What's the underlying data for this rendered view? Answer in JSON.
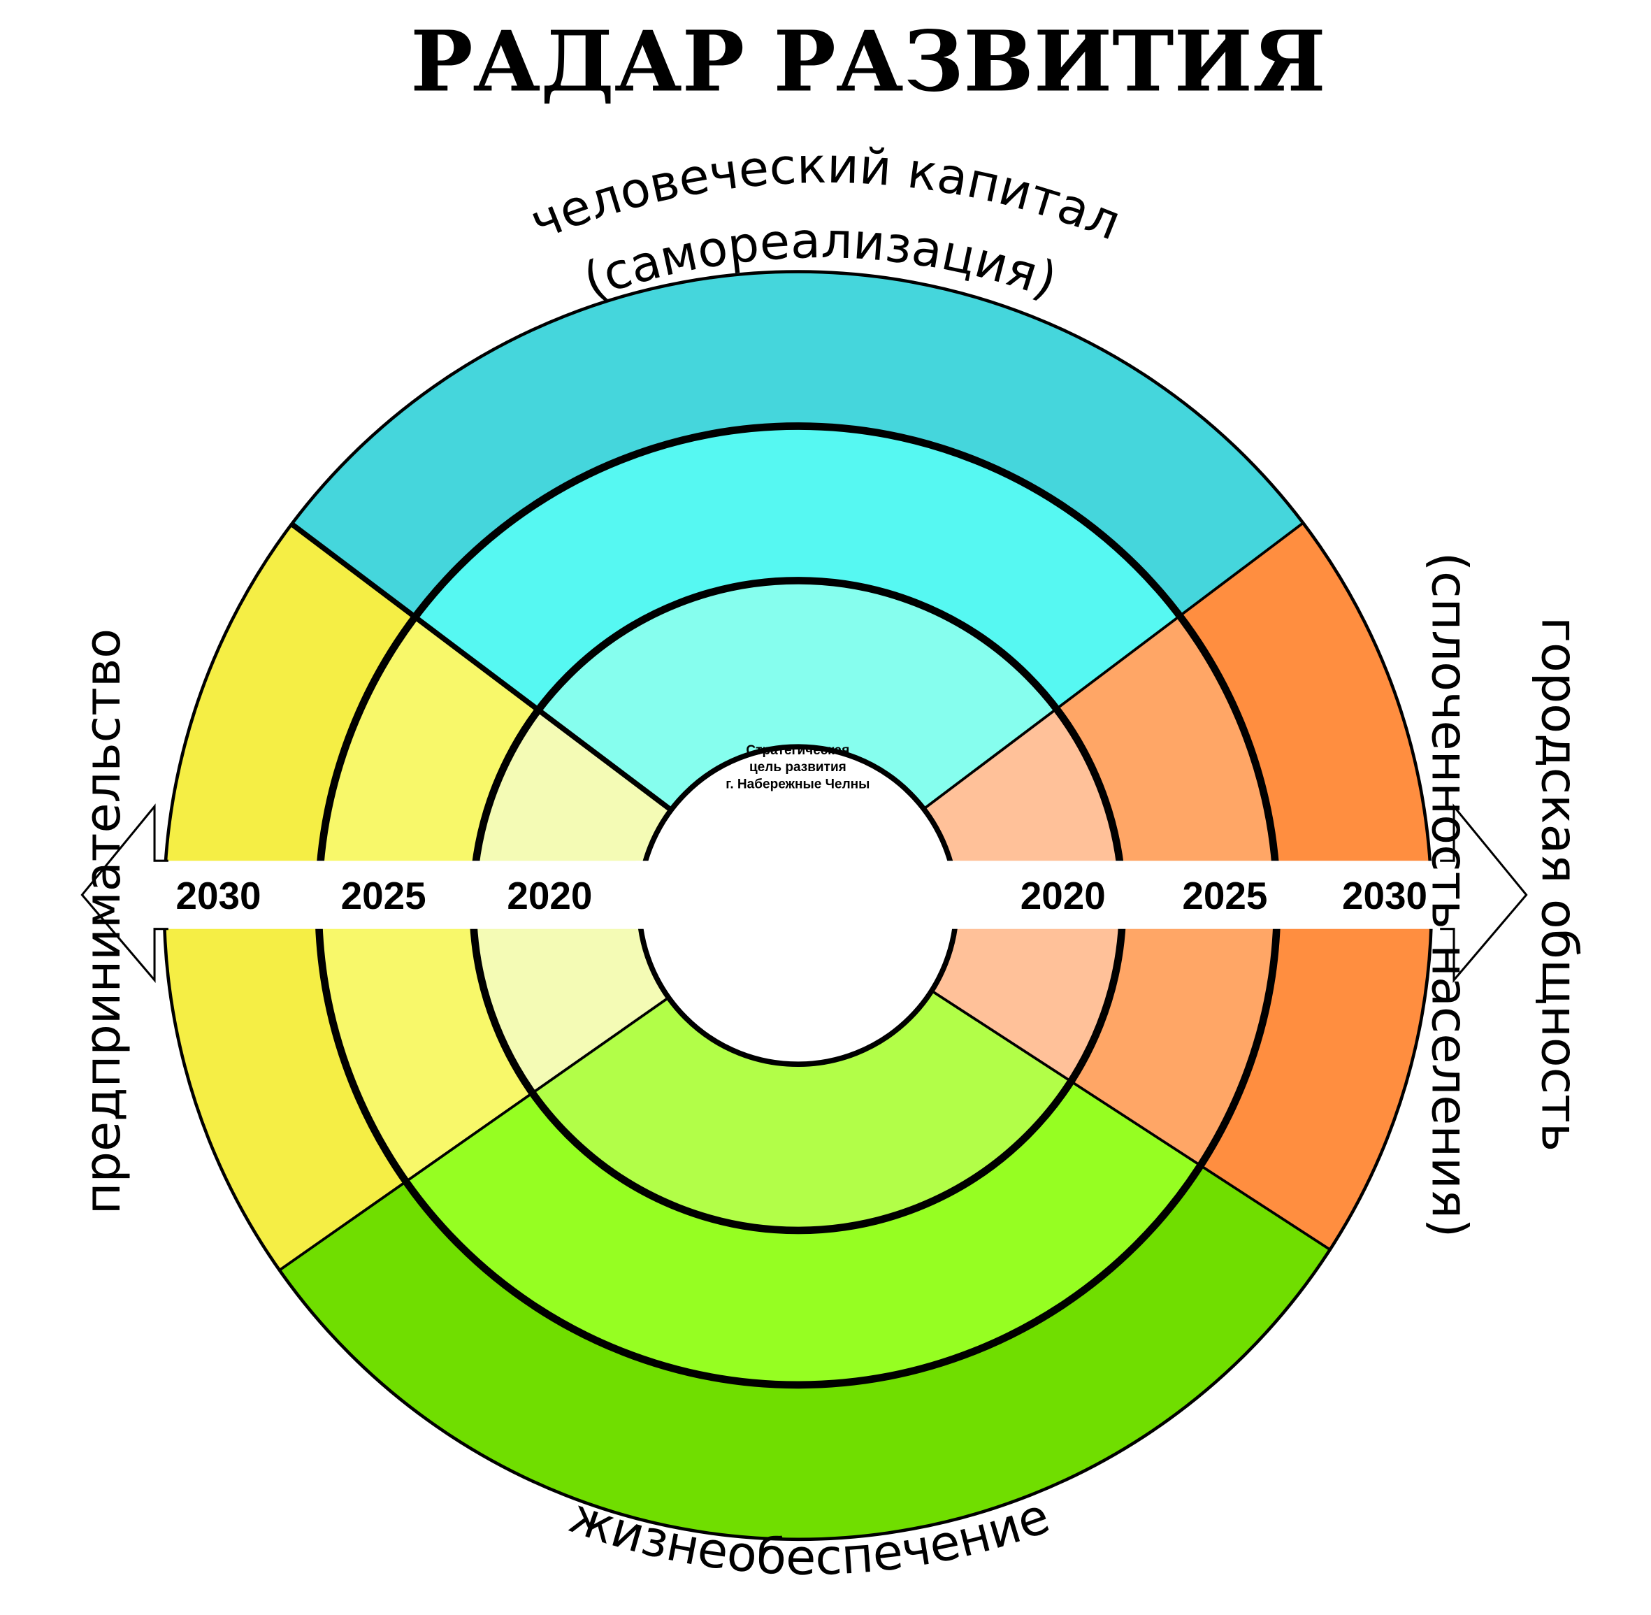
{
  "title": "РАДАР РАЗВИТИЯ",
  "center_text": [
    "Стратегическая",
    "цель развития",
    "г. Набережные Челны"
  ],
  "sectors": [
    {
      "id": "human-capital",
      "labels": [
        "человеческий капитал",
        "(самореализация)"
      ],
      "colors": [
        "#86FEEE",
        "#56F8F2",
        "#45D6DC"
      ]
    },
    {
      "id": "community",
      "labels": [
        "городская общность",
        "(сплоченность населения)"
      ],
      "colors": [
        "#FFC199",
        "#FFA666",
        "#FF8E40"
      ]
    },
    {
      "id": "life-support",
      "labels": [
        "жизнеобеспечение"
      ],
      "colors": [
        "#B2FE48",
        "#96FE22",
        "#70DE00"
      ]
    },
    {
      "id": "entrepreneurship",
      "labels": [
        "предпринимательство"
      ],
      "colors": [
        "#F4FBB5",
        "#F8F86A",
        "#F5EE45"
      ]
    }
  ],
  "years_left": [
    "2030",
    "2025",
    "2020"
  ],
  "years_right": [
    "2020",
    "2025",
    "2030"
  ]
}
